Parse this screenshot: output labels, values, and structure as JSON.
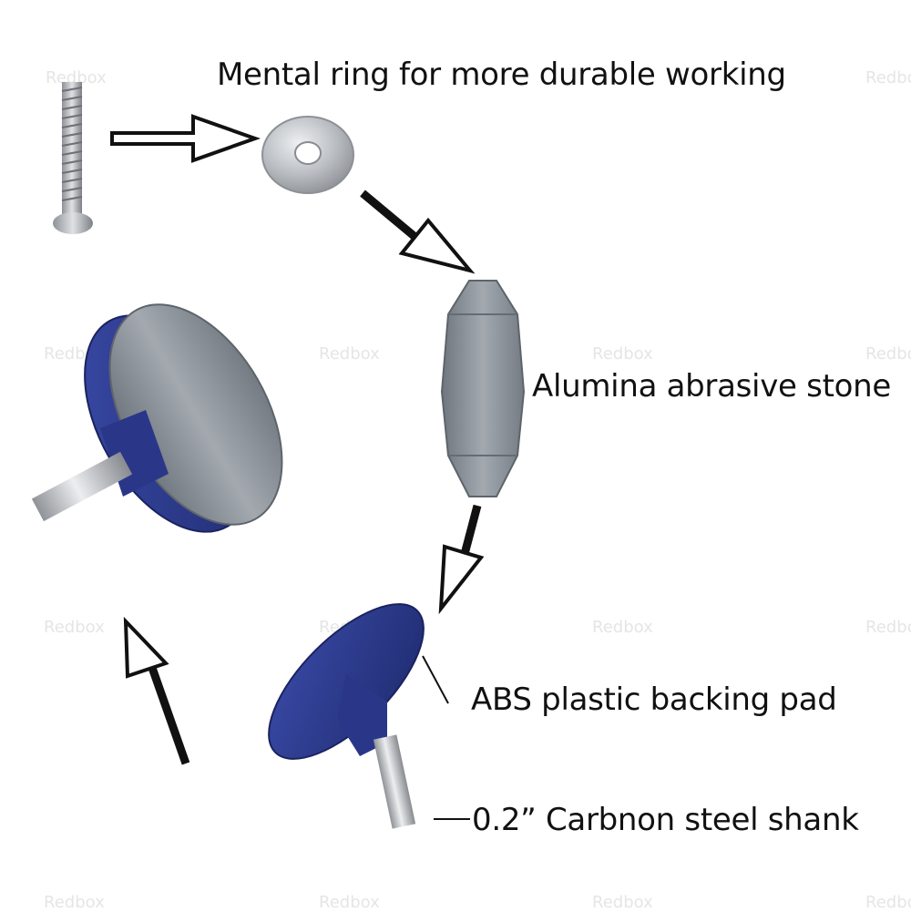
{
  "labels": {
    "ring": "Mental ring for more durable working",
    "stone": "Alumina abrasive stone",
    "pad": "ABS plastic backing pad",
    "shank": "0.2” Carbnon steel shank"
  },
  "watermark": "Redbox",
  "colors": {
    "pad_blue": "#2b3a8f",
    "stone_gray": "#8a9097",
    "metal": "#c9ccd0"
  }
}
